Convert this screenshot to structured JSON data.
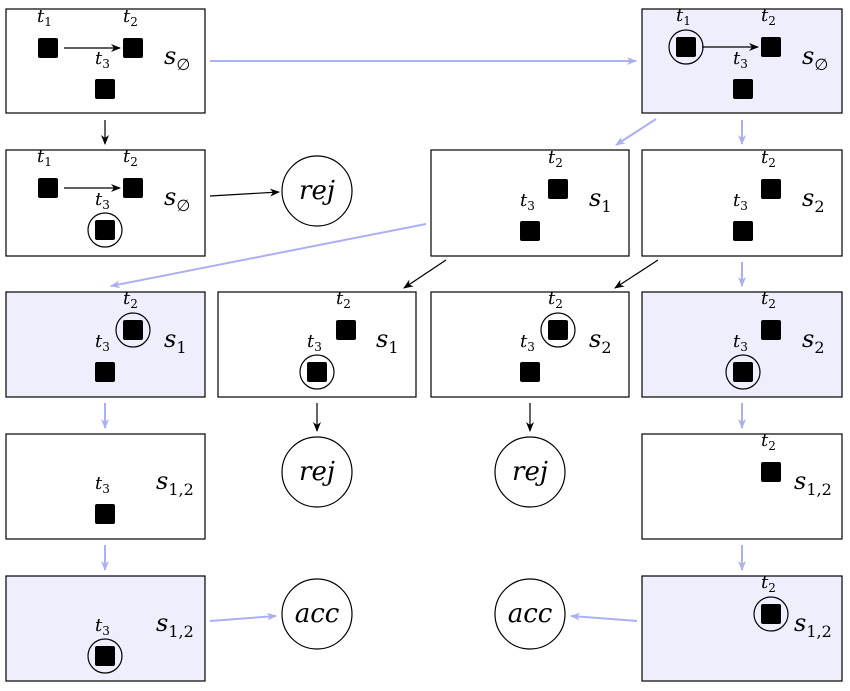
{
  "states": {
    "s_empty": {
      "base": "s",
      "sub": "∅"
    },
    "s1": {
      "base": "s",
      "sub": "1"
    },
    "s2": {
      "base": "s",
      "sub": "2"
    },
    "s12": {
      "base": "s",
      "sub": "1,2"
    }
  },
  "tasks": {
    "t1": {
      "base": "t",
      "sub": "1"
    },
    "t2": {
      "base": "t",
      "sub": "2"
    },
    "t3": {
      "base": "t",
      "sub": "3"
    }
  },
  "outcomes": {
    "reject": "rej",
    "accept": "acc"
  },
  "colors": {
    "highlight_fill": "#eeeefc",
    "highlight_arrow": "#aab0f2",
    "box_stroke": "#000000",
    "black_arrow": "#000000"
  }
}
